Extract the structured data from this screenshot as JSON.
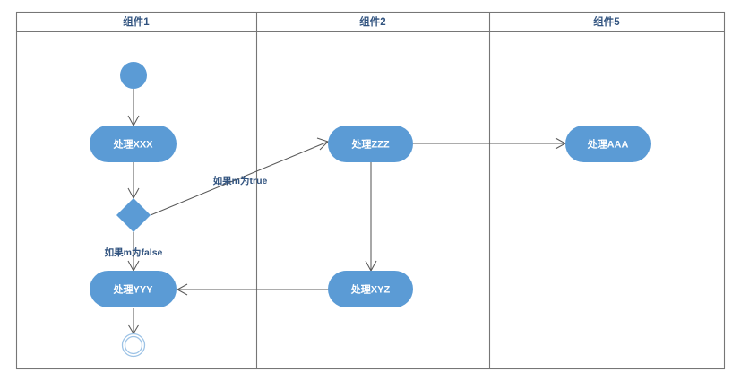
{
  "diagram": {
    "type": "uml-activity-swimlane",
    "title": "",
    "background_color": "#ffffff",
    "frame_color": "#767676",
    "node_fill": "#5b9bd5",
    "node_text_color": "#ffffff",
    "lane_title_color": "#31537f",
    "edge_label_color": "#31537f",
    "flow_color": "#595959",
    "end_node_color": "#9dc3e6"
  },
  "lanes": [
    {
      "id": "lane1",
      "label": "组件1"
    },
    {
      "id": "lane2",
      "label": "组件2"
    },
    {
      "id": "lane3",
      "label": "组件5"
    }
  ],
  "nodes": [
    {
      "id": "start",
      "kind": "initial-node",
      "label": "",
      "lane": "lane1"
    },
    {
      "id": "proc_xxx",
      "kind": "action-node",
      "label": "处理XXX",
      "lane": "lane1"
    },
    {
      "id": "decision",
      "kind": "decision-node",
      "label": "",
      "lane": "lane1"
    },
    {
      "id": "proc_yyy",
      "kind": "action-node",
      "label": "处理YYY",
      "lane": "lane1"
    },
    {
      "id": "end",
      "kind": "final-node",
      "label": "",
      "lane": "lane1"
    },
    {
      "id": "proc_zzz",
      "kind": "action-node",
      "label": "处理ZZZ",
      "lane": "lane2"
    },
    {
      "id": "proc_xyz",
      "kind": "action-node",
      "label": "处理XYZ",
      "lane": "lane2"
    },
    {
      "id": "proc_aaa",
      "kind": "action-node",
      "label": "处理AAA",
      "lane": "lane3"
    }
  ],
  "edges": [
    {
      "id": "e1",
      "from": "start",
      "to": "proc_xxx",
      "label": ""
    },
    {
      "id": "e2",
      "from": "proc_xxx",
      "to": "decision",
      "label": ""
    },
    {
      "id": "e3",
      "from": "decision",
      "to": "proc_zzz",
      "label": "如果m为true"
    },
    {
      "id": "e4",
      "from": "decision",
      "to": "proc_yyy",
      "label": "如果m为false"
    },
    {
      "id": "e5",
      "from": "proc_zzz",
      "to": "proc_aaa",
      "label": ""
    },
    {
      "id": "e6",
      "from": "proc_zzz",
      "to": "proc_xyz",
      "label": ""
    },
    {
      "id": "e7",
      "from": "proc_xyz",
      "to": "proc_yyy",
      "label": ""
    },
    {
      "id": "e8",
      "from": "proc_yyy",
      "to": "end",
      "label": ""
    }
  ]
}
